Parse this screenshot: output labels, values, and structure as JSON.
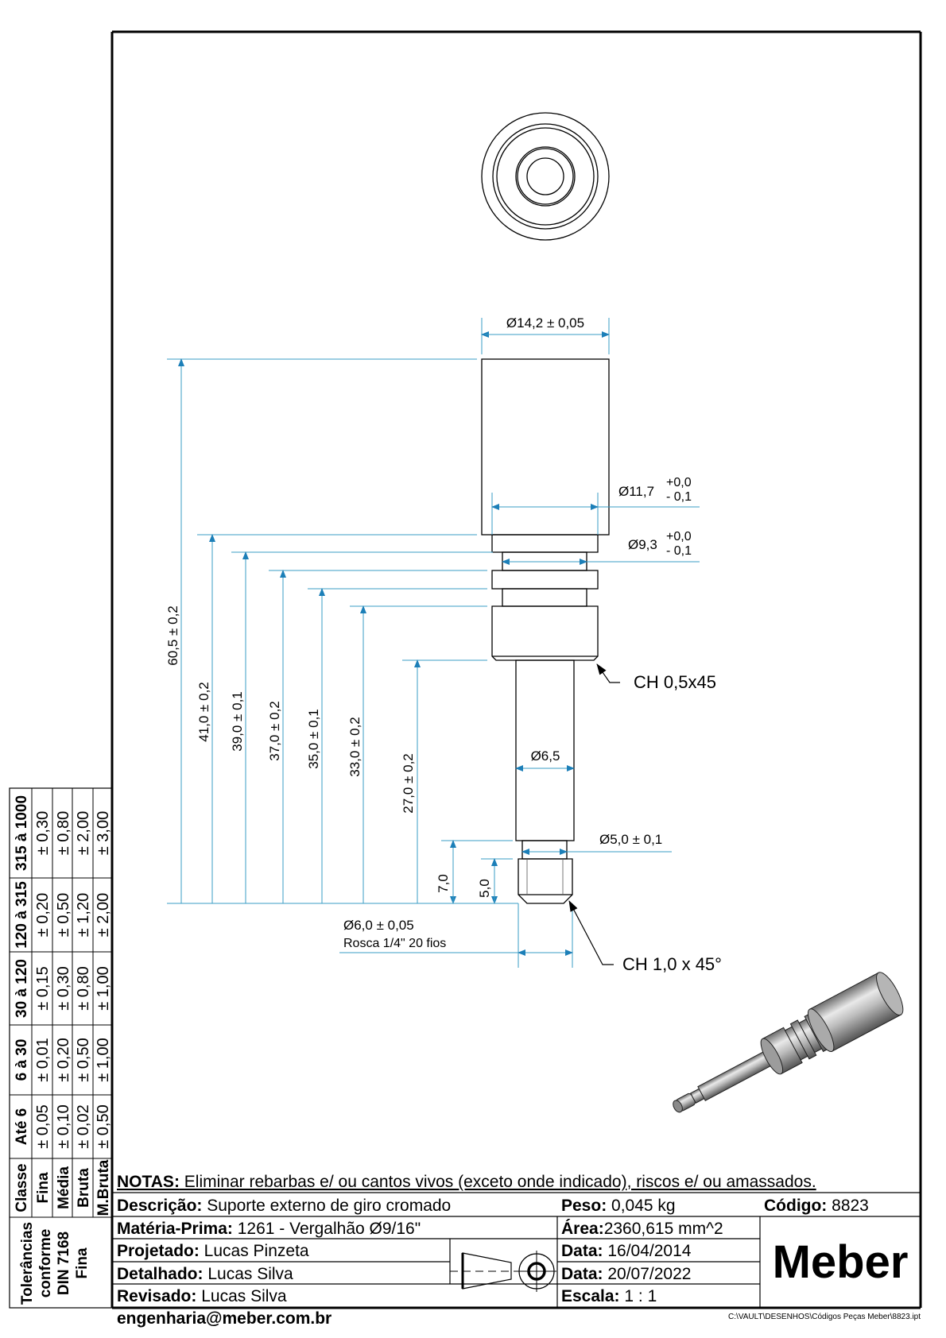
{
  "drawing": {
    "dimensions": {
      "top_diameter": "Ø14,2 ± 0,05",
      "d11_base": "Ø11,7",
      "d11_plus": "+0,0",
      "d11_minus": "- 0,1",
      "d9_base": "Ø9,3",
      "d9_plus": "+0,0",
      "d9_minus": "- 0,1",
      "chamfer_top": "CH 0,5x45",
      "shaft_diameter": "Ø6,5",
      "neck_diameter": "Ø5,0 ± 0,1",
      "thread_diameter": "Ø6,0 ± 0,05",
      "thread_spec": "Rosca 1/4\" 20 fios",
      "chamfer_bottom": "CH 1,0 x 45°",
      "heights": [
        {
          "label": "60,5 ± 0,2"
        },
        {
          "label": "41,0 ± 0,2"
        },
        {
          "label": "39,0 ± 0,1"
        },
        {
          "label": "37,0 ± 0,2"
        },
        {
          "label": "35,0 ± 0,1"
        },
        {
          "label": "33,0 ± 0,2"
        },
        {
          "label": "27,0 ± 0,2"
        },
        {
          "label": "7,0"
        },
        {
          "label": "5,0"
        }
      ]
    },
    "colors": {
      "dimension": "#3a9cc6",
      "arrow": "#1c7fb8",
      "outline": "#000000"
    }
  },
  "tolerance_table": {
    "side_label": [
      "Tolerâncias",
      "conforme",
      "DIN 7168",
      "Fina"
    ],
    "header": [
      "Classe",
      "Até 6",
      "6 à 30",
      "30 à 120",
      "120 à 315",
      "315 à 1000"
    ],
    "rows": [
      {
        "class": "Fina",
        "values": [
          "± 0,05",
          "± 0,01",
          "± 0,15",
          "± 0,20",
          "± 0,30"
        ]
      },
      {
        "class": "Média",
        "values": [
          "± 0,10",
          "± 0,20",
          "± 0,30",
          "± 0,50",
          "± 0,80"
        ]
      },
      {
        "class": "Bruta",
        "values": [
          "± 0,02",
          "± 0,50",
          "± 0,80",
          "± 1,20",
          "± 2,00"
        ]
      },
      {
        "class": "M.Bruta",
        "values": [
          "± 0,50",
          "± 1,00",
          "± 1,00",
          "± 2,00",
          "± 3,00"
        ]
      }
    ]
  },
  "title_block": {
    "notes_label": "NOTAS:",
    "notes_text": " Eliminar rebarbas e/ ou cantos vivos (exceto onde indicado), riscos e/ ou amassados.",
    "description_label": "Descrição:",
    "description_value": " Suporte externo de giro cromado",
    "material_label": "Matéria-Prima:",
    "material_value": " 1261 - Vergalhão Ø9/16\"",
    "designed_label": "Projetado:",
    "designed_value": " Lucas Pinzeta",
    "detailed_label": "Detalhado:",
    "detailed_value": " Lucas Silva",
    "reviewed_label": "Revisado:",
    "reviewed_value": " Lucas Silva",
    "email": "engenharia@meber.com.br",
    "weight_label": "Peso:",
    "weight_value": " 0,045 kg",
    "area_label": "Área:",
    "area_value": "2360,615 mm^2",
    "date1_label": "Data:",
    "date1_value": " 16/04/2014",
    "date2_label": "Data:",
    "date2_value": " 20/07/2022",
    "scale_label": "Escala:",
    "scale_value": " 1 : 1",
    "code_label": "Código:",
    "code_value": " 8823",
    "logo": "Meber",
    "file_path": "C:\\VAULT\\DESENHOS\\Códigos Peças Meber\\8823.ipt"
  }
}
